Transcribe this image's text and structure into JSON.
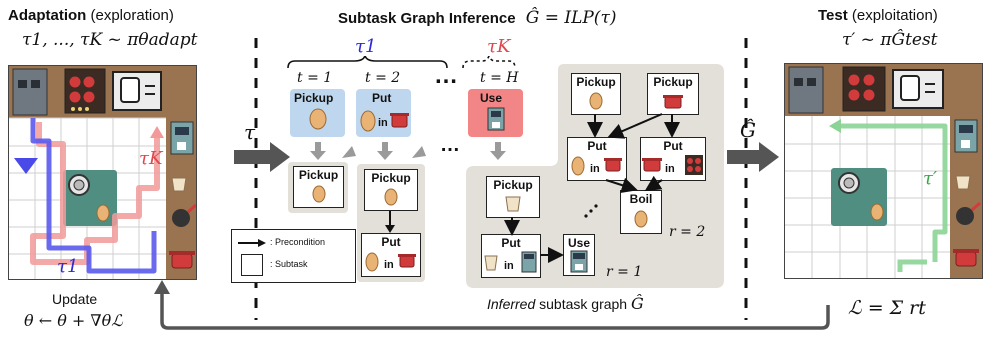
{
  "headers": {
    "left_title_bold": "Adaptation",
    "left_title_rest": "(exploration)",
    "left_formula": "τ1, ..., τK ~ πθadapt",
    "center_title": "Subtask Graph Inference",
    "center_formula": "Ĝ = ILP(τ)",
    "right_title_bold": "Test",
    "right_title_rest": "(exploitation)",
    "right_formula": "τ′ ~ πĜtest"
  },
  "left_room": {
    "tau_k_label": "τK",
    "tau_1_label": "τ1",
    "update_label": "Update",
    "update_formula": "θ ← θ + ∇θℒ"
  },
  "center": {
    "tau_arrow_label": "τ",
    "trajectory_labels": {
      "tau1": "τ1",
      "tauK": "τK"
    },
    "time_labels": [
      "t = 1",
      "t = 2",
      "t = H"
    ],
    "ellipsis": "…",
    "steps": [
      {
        "label": "Pickup",
        "color": "#bfd7ee"
      },
      {
        "label": "Put",
        "sub": "in",
        "color": "#bfd7ee"
      },
      {
        "label": "Use",
        "color": "#f28585"
      }
    ],
    "mini_graphs": [
      {
        "nodes": [
          "Pickup"
        ]
      },
      {
        "nodes": [
          "Pickup",
          "Put"
        ],
        "put_sub": "in"
      }
    ],
    "legend": {
      "precondition": ": Precondition",
      "subtask": ": Subtask"
    },
    "inferred_graph": {
      "caption_italic": "Inferred",
      "caption_rest": "subtask graph",
      "caption_symbol": "Ĝ",
      "r1_label": "r = 1",
      "r2_label": "r = 2",
      "nodes": [
        {
          "id": "pickup-egg",
          "label": "Pickup"
        },
        {
          "id": "pickup-pot",
          "label": "Pickup"
        },
        {
          "id": "put-egg-pot",
          "label": "Put",
          "sub": "in"
        },
        {
          "id": "put-pot-stove",
          "label": "Put",
          "sub": "in"
        },
        {
          "id": "boil",
          "label": "Boil"
        },
        {
          "id": "pickup-cup",
          "label": "Pickup"
        },
        {
          "id": "put-cup-machine",
          "label": "Put",
          "sub": "in"
        },
        {
          "id": "use-machine",
          "label": "Use"
        }
      ]
    },
    "g_hat_arrow_label": "Ĝ"
  },
  "right_room": {
    "tau_prime_label": "τ′",
    "loss_formula": "ℒ = Σ rt"
  },
  "colors": {
    "tau1": "#2a2ad6",
    "tauK": "#e0474c",
    "tau_prime": "#3aa64a",
    "step_blue": "#bfd7ee",
    "step_red": "#f28585",
    "graph_bg": "#e2e0d8",
    "floor_wood": "#c9955a",
    "counter": "#8a6440"
  }
}
